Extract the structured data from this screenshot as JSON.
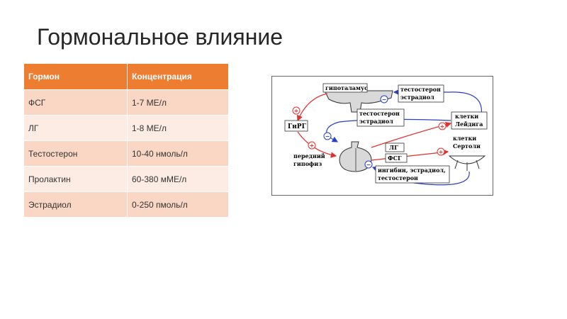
{
  "title": "Гормональное влияние",
  "table": {
    "headers": [
      "Гормон",
      "Концентрация"
    ],
    "rows": [
      [
        "ФСГ",
        "1-7 МЕ/л"
      ],
      [
        "ЛГ",
        "1-8 МЕ/л"
      ],
      [
        "Тестостерон",
        "10-40 нмоль/л"
      ],
      [
        "Пролактин",
        "60-380 мМЕ/л"
      ],
      [
        "Эстрадиол",
        "0-250 пмоль/л"
      ]
    ]
  },
  "diagram": {
    "hypothalamus": "гипоталамус",
    "gnrh": "ГнРГ",
    "pituitary": [
      "передний",
      "гипофиз"
    ],
    "leydig": [
      "клетки",
      "Лейдига"
    ],
    "sertoli": [
      "клетки",
      "Сертоли"
    ],
    "feedback_top": [
      "тестостерон",
      "эстрадиол"
    ],
    "feedback_mid": [
      "тестостерон",
      "эстрадиол"
    ],
    "lh": "ЛГ",
    "fsh": "ФСГ",
    "feedback_bottom": [
      "ингибин, эстрадиол,",
      "тестостерон"
    ],
    "plus": "+",
    "minus": "−",
    "colors": {
      "stimulate": "#e03030",
      "inhibit": "#2b3fbf"
    }
  }
}
